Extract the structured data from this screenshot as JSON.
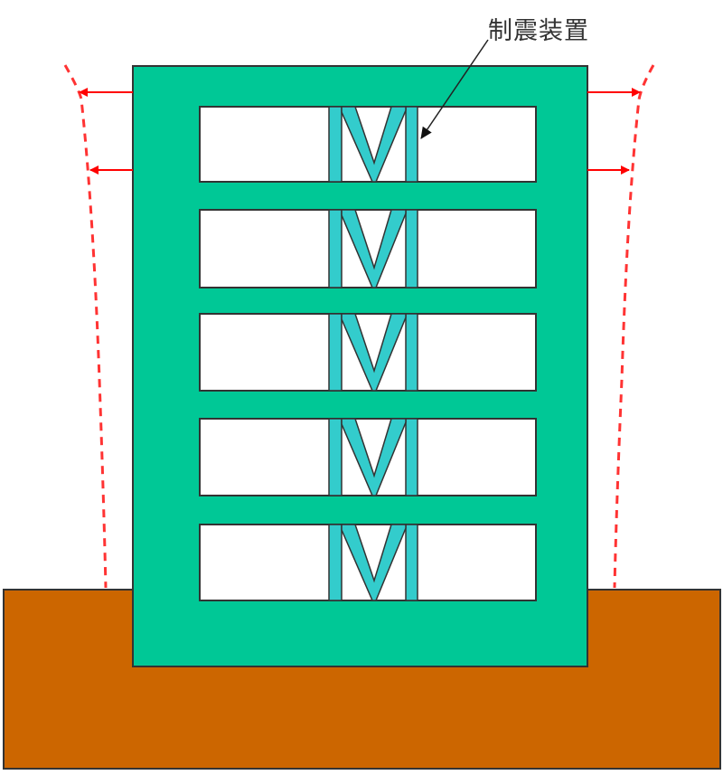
{
  "diagram": {
    "title": "Building with seismic damping devices under lateral deformation",
    "label": "制震装置",
    "colors": {
      "building": "#00c896",
      "damper": "#33cccc",
      "ground": "#cc6600",
      "deformation": "#ff0000",
      "outline": "#333333",
      "window": "#ffffff",
      "label_text": "#333333"
    },
    "floors": 5,
    "elements": {
      "building": "Green building frame with 5 window openings",
      "dampers": "V-shaped bracing damper in each floor's central bay",
      "ground": "Brown foundation ground block",
      "deformation_lines": "Red dashed curves showing lateral sway on both sides",
      "force_arrows": "Red arrows pointing outward at top two floors on each side",
      "callout_arrow": "Black arrow from label to top damper"
    }
  }
}
